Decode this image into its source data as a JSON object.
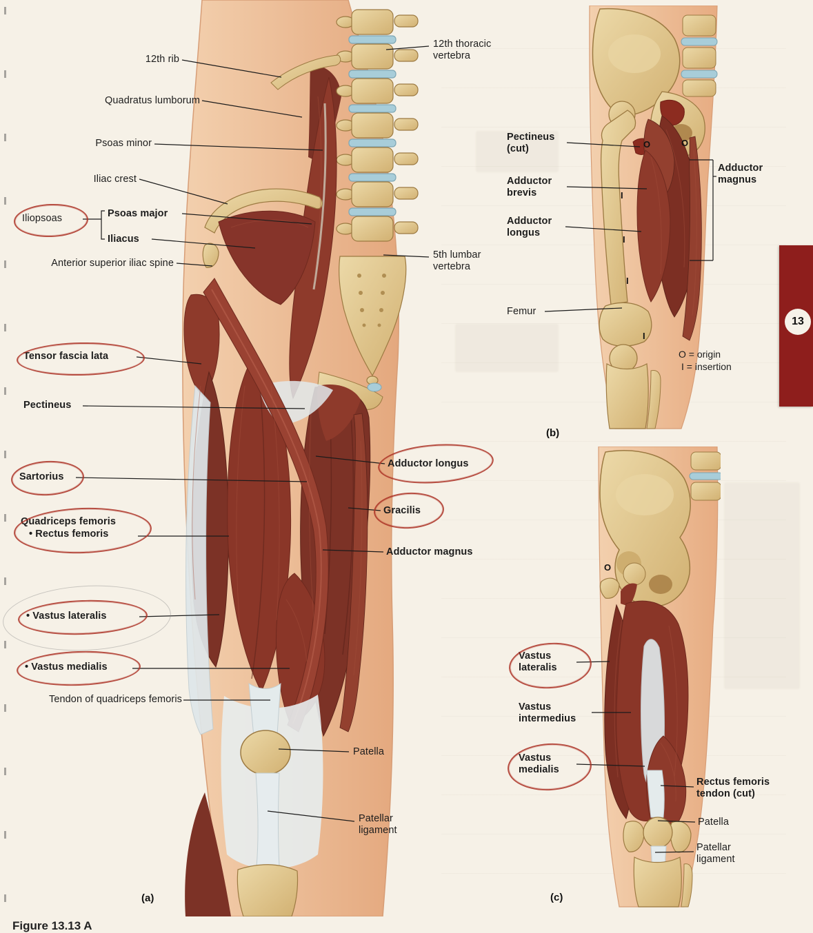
{
  "page": {
    "background": "#f6f1e7",
    "tab_number": "13",
    "caption_partial": "Figure 13.13 A",
    "tab_color": "#8e1e1c"
  },
  "colors": {
    "muscle_red": "#8a3628",
    "bone_tan": "#dcbf8a",
    "disc_blue": "#a8cdd9",
    "skin": "#eec29e",
    "annotation_red": "#ad372b"
  },
  "legend": {
    "origin": "O = origin",
    "insertion": "I  = insertion"
  },
  "panel_a": {
    "tag": "(a)",
    "labels": {
      "rib12": "12th rib",
      "quadratus_lumborum": "Quadratus lumborum",
      "psoas_minor": "Psoas minor",
      "iliac_crest": "Iliac crest",
      "iliopsoas": "Iliopsoas",
      "psoas_major": "Psoas major",
      "iliacus": "Iliacus",
      "asis": "Anterior superior iliac spine",
      "tensor_fascia_lata": "Tensor fascia lata",
      "pectineus": "Pectineus",
      "sartorius": "Sartorius",
      "quadriceps_femoris": "Quadriceps femoris",
      "rectus_femoris": "• Rectus femoris",
      "vastus_lateralis": "• Vastus lateralis",
      "vastus_medialis": "• Vastus medialis",
      "quad_tendon": "Tendon of quadriceps femoris",
      "t12_vertebra": "12th thoracic vertebra",
      "l5_vertebra": "5th lumbar vertebra",
      "adductor_longus": "Adductor longus",
      "gracilis": "Gracilis",
      "adductor_magnus": "Adductor magnus",
      "patella": "Patella",
      "patellar_ligament": "Patellar ligament"
    }
  },
  "panel_b": {
    "tag": "(b)",
    "labels": {
      "pectineus_cut": "Pectineus (cut)",
      "adductor_brevis": "Adductor brevis",
      "adductor_longus": "Adductor longus",
      "femur": "Femur",
      "adductor_magnus": "Adductor magnus"
    },
    "markers": {
      "o": "O",
      "i": "I"
    }
  },
  "panel_c": {
    "tag": "(c)",
    "labels": {
      "vastus_lateralis": "Vastus lateralis",
      "vastus_intermedius": "Vastus intermedius",
      "vastus_medialis": "Vastus medialis",
      "rectus_femoris_tendon": "Rectus femoris tendon (cut)",
      "patella": "Patella",
      "patellar_ligament": "Patellar ligament"
    },
    "markers": {
      "o": "O"
    }
  }
}
